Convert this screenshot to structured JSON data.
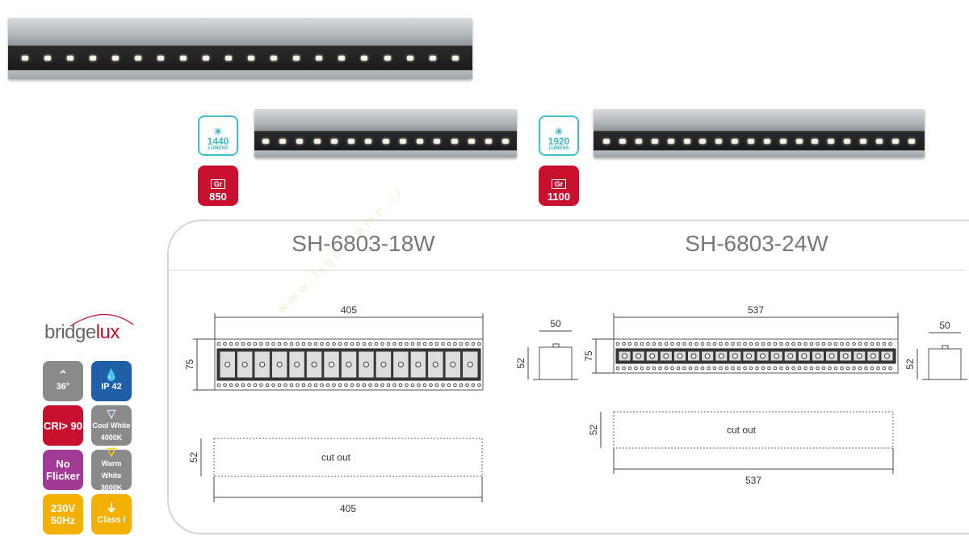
{
  "products": [
    {
      "model": "SH-6803-18W",
      "lumens": "1440",
      "lumens_unit": "LUMENS",
      "weight_unit": "Gr",
      "weight": "850",
      "led_count": 15,
      "dims": {
        "length": "405",
        "height": "75",
        "depth": "52",
        "width": "50",
        "cutout_label": "cut out",
        "cutout_height": "52",
        "cutout_length": "405"
      }
    },
    {
      "model": "SH-6803-24W",
      "lumens": "1920",
      "lumens_unit": "LUMENS",
      "weight_unit": "Gr",
      "weight": "1100",
      "led_count": 20,
      "dims": {
        "length": "537",
        "height": "75",
        "depth": "52",
        "width": "50",
        "cutout_label": "cut out",
        "cutout_height": "52",
        "cutout_length": "537"
      }
    }
  ],
  "hero_led_count": 20,
  "brand": {
    "name_main": "bridge",
    "name_accent": "lux"
  },
  "features": [
    {
      "label": "36°",
      "color": "#8a8a8a",
      "icon": "beam-angle-icon"
    },
    {
      "label": "IP 42",
      "color": "#1f5fa8",
      "icon": "water-dust-icon"
    },
    {
      "label": "CRI> 90",
      "color": "#c8102e",
      "icon": ""
    },
    {
      "label": "Cool White 4000K",
      "color": "#8a8a8a",
      "icon": "cool-light-icon"
    },
    {
      "label": "No Flicker",
      "color": "#a23b96",
      "icon": ""
    },
    {
      "label": "Warm White 3000K",
      "color": "#8a8a8a",
      "icon": "warm-light-icon"
    },
    {
      "label": "230V 50Hz",
      "color": "#f4b000",
      "icon": ""
    },
    {
      "label": "Class I",
      "color": "#f4b000",
      "icon": "ground-icon"
    }
  ],
  "watermark": "www.lighthome.ir"
}
